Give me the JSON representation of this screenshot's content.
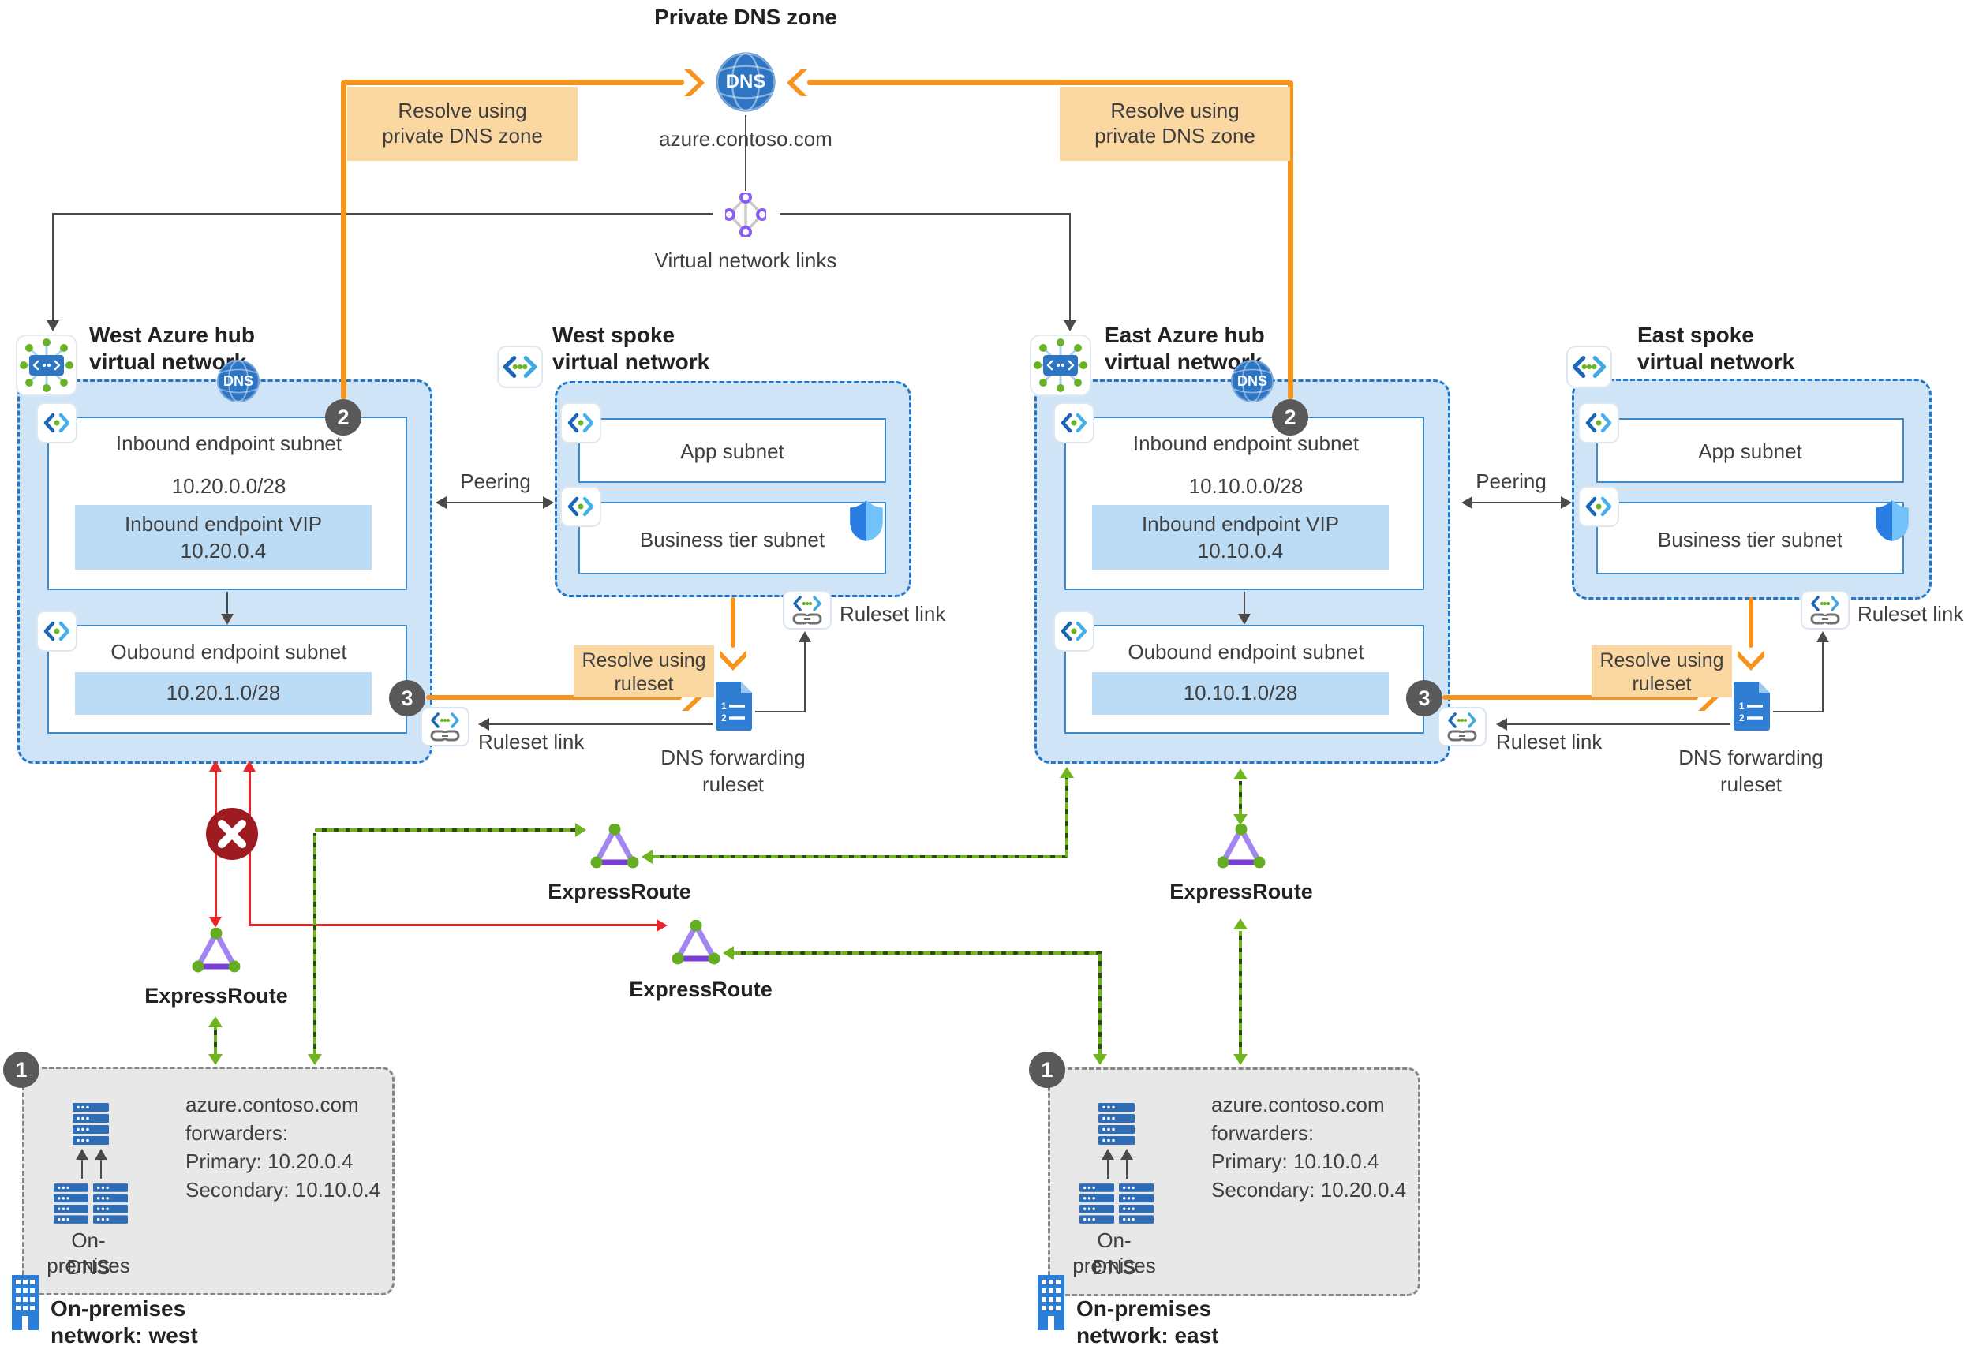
{
  "colors": {
    "accent_orange": "#F7941E",
    "callout_fill": "#FBD8A2",
    "network_fill": "#CFE4F6",
    "subnet_fill": "#BCDCF5",
    "border_blue": "#2176C7",
    "green_route": "#6FB51F",
    "red_route": "#E8262A",
    "error_red": "#9E1B22",
    "step_badge_gray": "#595959"
  },
  "top": {
    "title": "Private DNS zone",
    "dns_label": "DNS",
    "zone_name": "azure.contoso.com",
    "vnl_label": "Virtual network links"
  },
  "steps": {
    "one": "1",
    "two": "2",
    "three": "3"
  },
  "labels": {
    "peering": "Peering",
    "ruleset_link": "Ruleset link",
    "expressroute": "ExpressRoute",
    "resolve_pdz_1": "Resolve using",
    "resolve_pdz_2": "private DNS zone",
    "resolve_rs_1": "Resolve using",
    "resolve_rs_2": "ruleset",
    "dns_fwd_1": "DNS forwarding",
    "dns_fwd_2": "ruleset",
    "app_subnet": "App subnet",
    "business_subnet": "Business tier subnet",
    "inbound_title": "Inbound endpoint subnet",
    "outbound_title": "Oubound endpoint subnet",
    "vip_title": "Inbound endpoint VIP",
    "onprem_dns_1": "On-premises",
    "onprem_dns_2": "DNS",
    "fw_domain": "azure.contoso.com",
    "fw_label": "forwarders:"
  },
  "west": {
    "hub_title_1": "West Azure hub",
    "hub_title_2": "virtual network",
    "inbound_cidr": "10.20.0.0/28",
    "vip_ip": "10.20.0.4",
    "outbound_cidr": "10.20.1.0/28",
    "spoke_title_1": "West spoke",
    "spoke_title_2": "virtual network",
    "fw_primary": "Primary: 10.20.0.4",
    "fw_secondary": "Secondary: 10.10.0.4",
    "net_label_1": "On-premises",
    "net_label_2": "network: west"
  },
  "east": {
    "hub_title_1": "East Azure hub",
    "hub_title_2": "virtual network",
    "inbound_cidr": "10.10.0.0/28",
    "vip_ip": "10.10.0.4",
    "outbound_cidr": "10.10.1.0/28",
    "spoke_title_1": "East spoke",
    "spoke_title_2": "virtual network",
    "fw_primary": "Primary: 10.10.0.4",
    "fw_secondary": "Secondary: 10.20.0.4",
    "net_label_1": "On-premises",
    "net_label_2": "network: east"
  }
}
